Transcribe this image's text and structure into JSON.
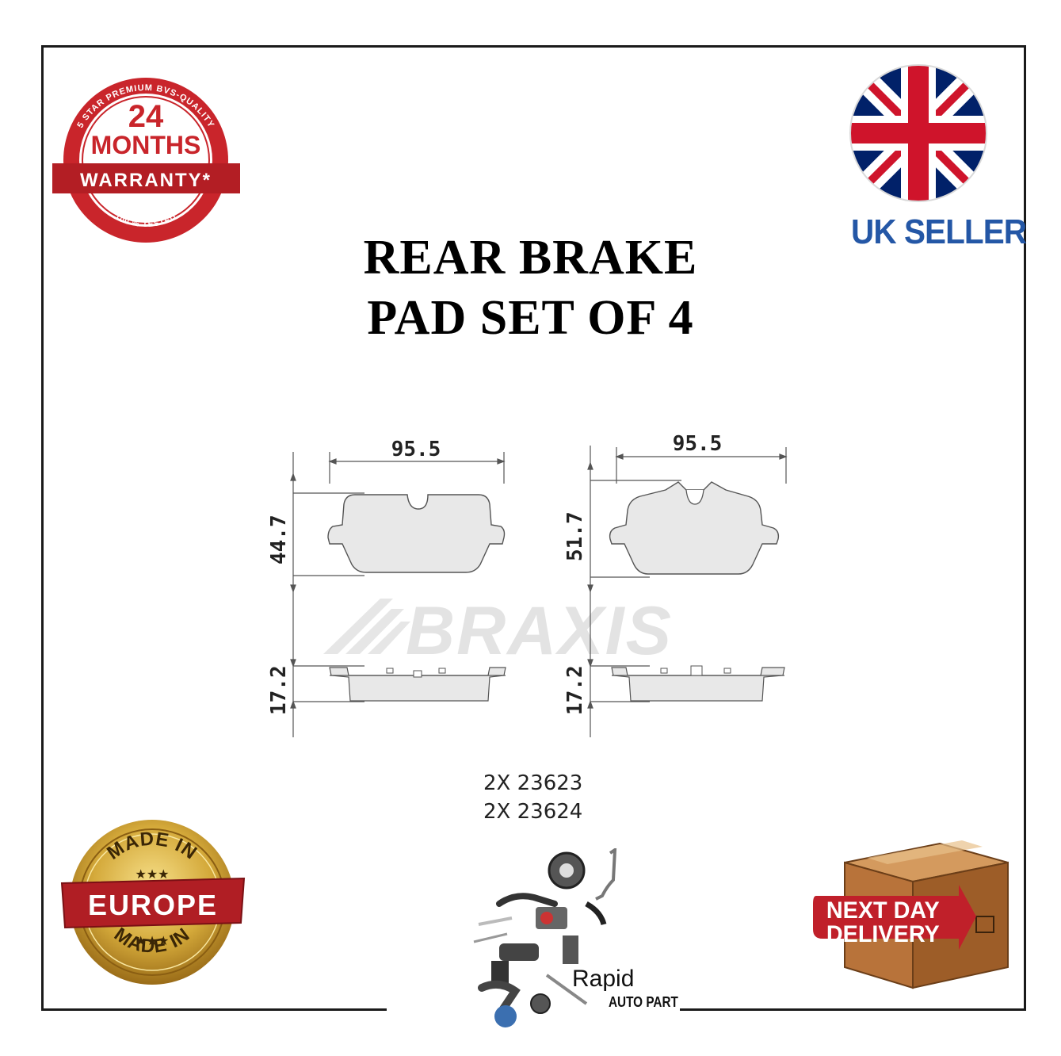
{
  "title": {
    "line1": "REAR BRAKE",
    "line2": "PAD SET OF 4"
  },
  "warranty_badge": {
    "top_arc": "5 STAR PREMIUM BVS-QUALITY",
    "number": "24",
    "months": "MONTHS",
    "warranty": "WARRANTY*",
    "stars": "★★★★★",
    "tested": "100 % TESTED"
  },
  "uk_badge": {
    "label": "UK SELLER",
    "icon": "union-jack-flag-icon"
  },
  "diagram": {
    "watermark": "BRAXIS",
    "left_pad": {
      "width": "95.5",
      "height": "44.7",
      "thickness": "17.2"
    },
    "right_pad": {
      "width": "95.5",
      "height": "51.7",
      "thickness": "17.2"
    }
  },
  "part_numbers": [
    "2X 23623",
    "2X 23624"
  ],
  "europe_badge": {
    "made_in_top": "MADE IN",
    "europe": "EUROPE",
    "made_in_bottom": "MADE IN",
    "stars": "★★★"
  },
  "rapid_logo": {
    "name": "Rapid",
    "sub": "AUTO PART"
  },
  "delivery_badge": {
    "line1": "NEXT DAY",
    "line2": "DELIVERY"
  },
  "colors": {
    "warranty_red": "#c9252b",
    "uk_blue": "#2457a6",
    "flag_red": "#cf142b",
    "flag_blue": "#012169",
    "gold": "#d4a93a",
    "box_brown": "#b8733a"
  }
}
